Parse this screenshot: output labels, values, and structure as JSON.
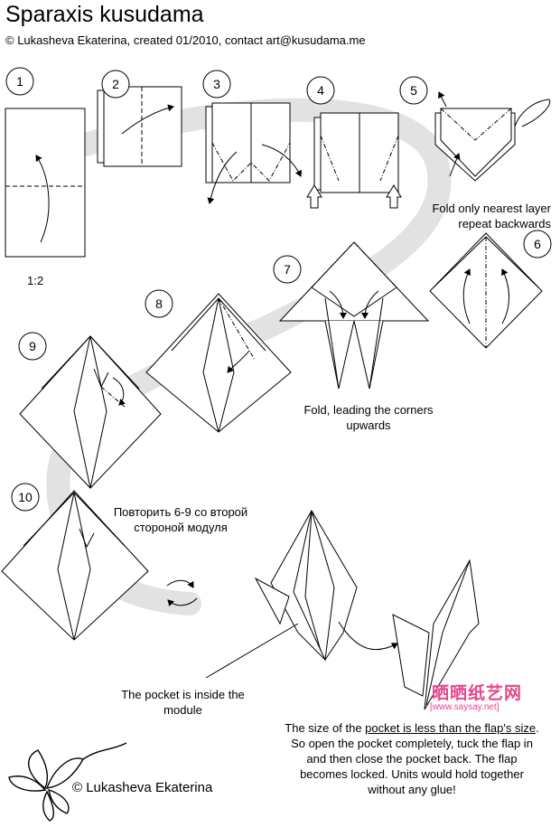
{
  "header": {
    "title": "Sparaxis kusudama",
    "credit": "© Lukasheva Ekaterina, created 01/2010, contact art@kusudama.me"
  },
  "steps": [
    "1",
    "2",
    "3",
    "4",
    "5",
    "6",
    "7",
    "8",
    "9",
    "10"
  ],
  "ratio_label": "1:2",
  "captions": {
    "step5_line1": "Fold only nearest layer",
    "step5_line2": "repeat backwards",
    "step7_line1": "Fold, leading the corners",
    "step7_line2": "upwards",
    "step10_line1": "Повторить 6-9 со второй",
    "step10_line2": "стороной модуля",
    "pocket_line1": "The pocket is inside the",
    "pocket_line2": "module",
    "final_line1_a": "The size of the ",
    "final_line1_b": "pocket is less than the flap's size",
    "final_line1_c": ".",
    "final_line2": "So open the pocket completely, tuck the flap in",
    "final_line3": "and then close the pocket back. The flap",
    "final_line4": "becomes locked. Units would hold together",
    "final_line5": "without any glue!"
  },
  "footer": {
    "credit": "© Lukasheva Ekaterina"
  },
  "watermark": {
    "line1": "晒晒纸艺网",
    "line2": "[www.saysay.net]"
  },
  "colors": {
    "path_band": "#e2e2e2",
    "line": "#000000",
    "watermark": "#e8458e"
  }
}
